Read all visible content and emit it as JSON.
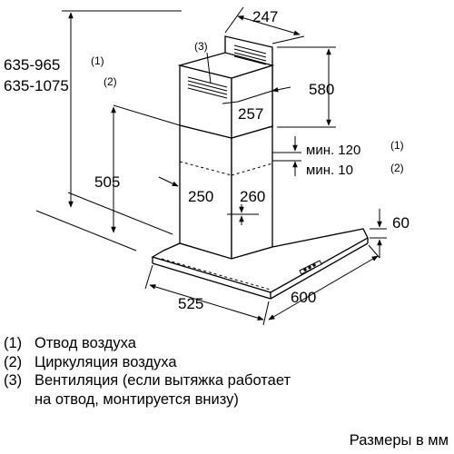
{
  "dimensions": {
    "chimney_top_depth": "247",
    "upper_chimney_height": "580",
    "total_height_opt1": "635-965",
    "total_height_opt2": "635-1075",
    "ref_1": "(1)",
    "ref_2": "(2)",
    "ref_3": "(3)",
    "chimney_depth": "257",
    "chimney_lower_height": "505",
    "chimney_width": "250",
    "chimney_depth_lower": "260",
    "min_gap_1": "мин. 120",
    "min_gap_2": "мин. 10",
    "canopy_height": "60",
    "canopy_depth": "525",
    "canopy_width": "600"
  },
  "legend": {
    "item1_num": "(1)",
    "item1_text": "Отвод воздуха",
    "item2_num": "(2)",
    "item2_text": "Циркуляция воздуха",
    "item3_num": "(3)",
    "item3_text": "Вентиляция (если вытяжка работает",
    "item3_cont": "на отвод, монтируется внизу)"
  },
  "units_note": "Размеры в мм"
}
